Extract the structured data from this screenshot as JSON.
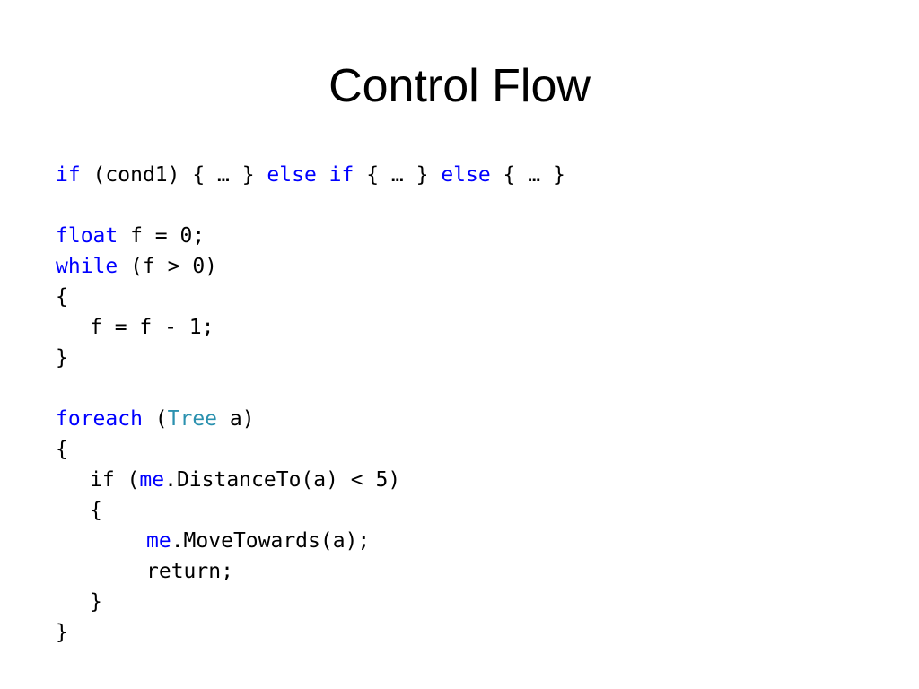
{
  "slide": {
    "title": "Control Flow",
    "code_lines": [
      {
        "indent": 0,
        "tokens": [
          {
            "text": "if",
            "kind": "keyword"
          },
          {
            "text": " (cond1) { … } ",
            "kind": "plain"
          },
          {
            "text": "else",
            "kind": "keyword"
          },
          {
            "text": " ",
            "kind": "plain"
          },
          {
            "text": "if",
            "kind": "keyword"
          },
          {
            "text": " { … } ",
            "kind": "plain"
          },
          {
            "text": "else",
            "kind": "keyword"
          },
          {
            "text": " { … }",
            "kind": "plain"
          }
        ]
      },
      {
        "indent": 0,
        "tokens": []
      },
      {
        "indent": 0,
        "tokens": [
          {
            "text": "float",
            "kind": "keyword"
          },
          {
            "text": " f = 0;",
            "kind": "plain"
          }
        ]
      },
      {
        "indent": 0,
        "tokens": [
          {
            "text": "while",
            "kind": "keyword"
          },
          {
            "text": " (f > 0)",
            "kind": "plain"
          }
        ]
      },
      {
        "indent": 0,
        "tokens": [
          {
            "text": "{",
            "kind": "plain"
          }
        ]
      },
      {
        "indent": 1,
        "tokens": [
          {
            "text": "f = f - 1;",
            "kind": "plain"
          }
        ]
      },
      {
        "indent": 0,
        "tokens": [
          {
            "text": "}",
            "kind": "plain"
          }
        ]
      },
      {
        "indent": 0,
        "tokens": []
      },
      {
        "indent": 0,
        "tokens": [
          {
            "text": "foreach",
            "kind": "keyword"
          },
          {
            "text": " (",
            "kind": "plain"
          },
          {
            "text": "Tree",
            "kind": "type"
          },
          {
            "text": " a)",
            "kind": "plain"
          }
        ]
      },
      {
        "indent": 0,
        "tokens": [
          {
            "text": "{",
            "kind": "plain"
          }
        ]
      },
      {
        "indent": 1,
        "tokens": [
          {
            "text": "if (",
            "kind": "plain"
          },
          {
            "text": "me",
            "kind": "keyword"
          },
          {
            "text": ".DistanceTo(a) < 5)",
            "kind": "plain"
          }
        ]
      },
      {
        "indent": 1,
        "tokens": [
          {
            "text": "{",
            "kind": "plain"
          }
        ]
      },
      {
        "indent": 2,
        "tokens": [
          {
            "text": "me",
            "kind": "keyword"
          },
          {
            "text": ".MoveTowards(a);",
            "kind": "plain"
          }
        ]
      },
      {
        "indent": 2,
        "tokens": [
          {
            "text": "return;",
            "kind": "plain"
          }
        ]
      },
      {
        "indent": 1,
        "tokens": [
          {
            "text": "}",
            "kind": "plain"
          }
        ]
      },
      {
        "indent": 0,
        "tokens": [
          {
            "text": "}",
            "kind": "plain"
          }
        ]
      }
    ]
  },
  "colors": {
    "keyword": "#0000ff",
    "type": "#2b91af",
    "plain": "#000000",
    "background": "#ffffff"
  }
}
